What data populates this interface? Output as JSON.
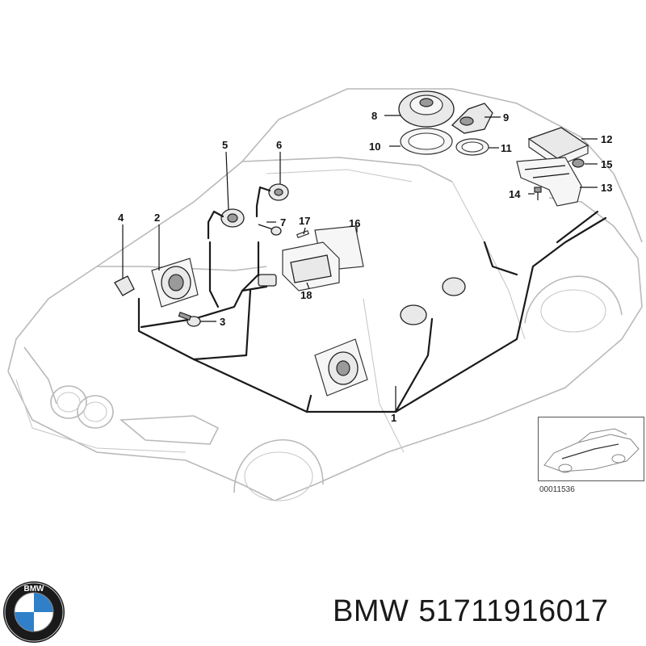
{
  "diagram": {
    "callouts": [
      "1",
      "2",
      "3",
      "4",
      "5",
      "6",
      "7",
      "8",
      "9",
      "10",
      "11",
      "12",
      "13",
      "14",
      "15",
      "16",
      "17",
      "18"
    ],
    "diagram_id": "00011536"
  },
  "brand": {
    "name": "BMW",
    "part_number": "51711916017",
    "logo_letters": "BMW"
  },
  "colors": {
    "car_outline": "#b9b9b9",
    "harness": "#1a1a1a",
    "logo_blue": "#2f7fc9",
    "logo_ring": "#111111"
  }
}
